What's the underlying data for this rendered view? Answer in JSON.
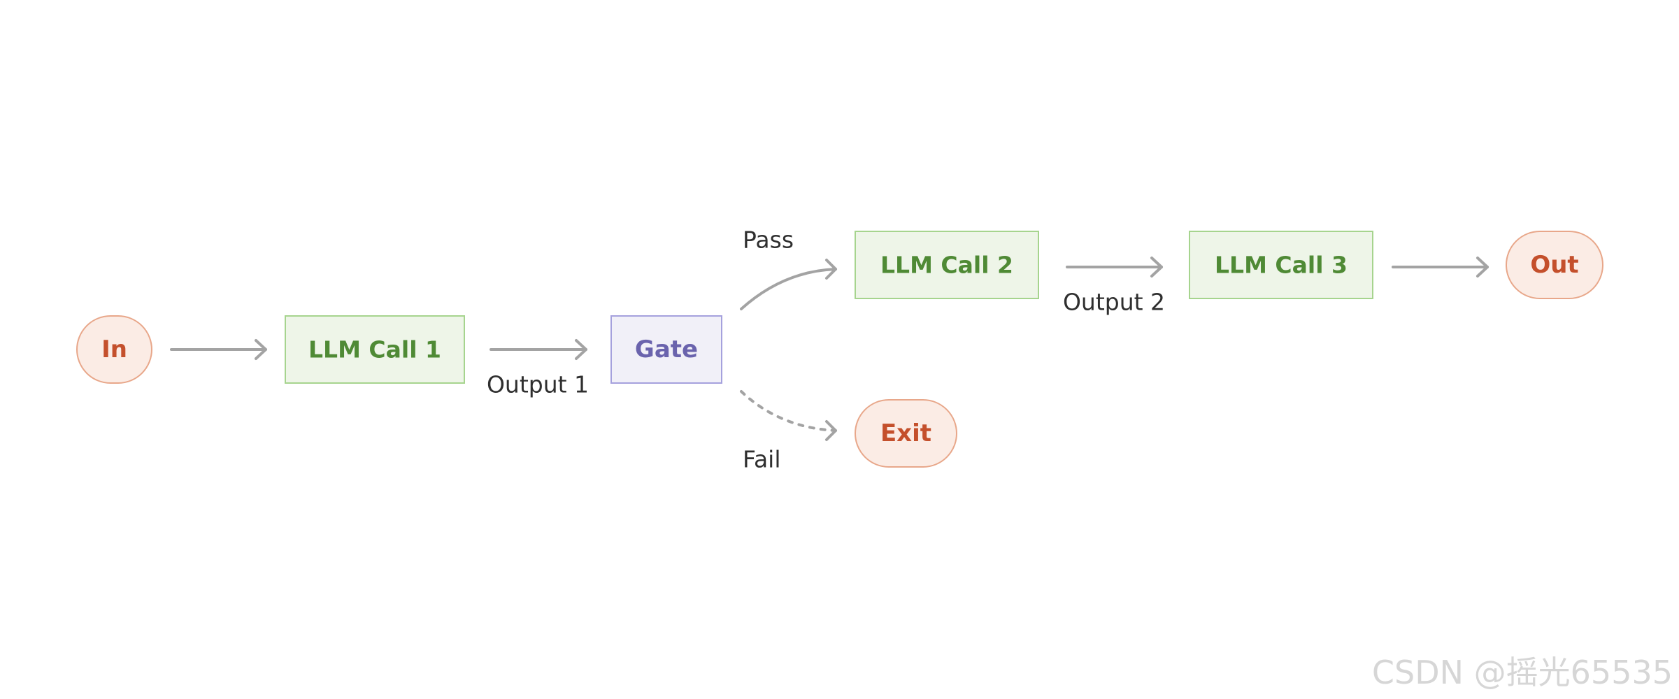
{
  "nodes": {
    "in": "In",
    "llm_call_1": "LLM Call 1",
    "gate": "Gate",
    "llm_call_2": "LLM Call 2",
    "llm_call_3": "LLM Call 3",
    "out": "Out",
    "exit": "Exit"
  },
  "edges": {
    "output_1": "Output 1",
    "pass": "Pass",
    "fail": "Fail",
    "output_2": "Output 2"
  },
  "watermark": "CSDN @摇光65535",
  "colors": {
    "terminal_fill": "#fbece5",
    "terminal_stroke": "#e8a78a",
    "terminal_text": "#c4502c",
    "llm_fill": "#eef5e8",
    "llm_stroke": "#a6d48e",
    "llm_text": "#4f8a35",
    "gate_fill": "#f1f0f8",
    "gate_stroke": "#a5a1dd",
    "gate_text": "#6a63ad",
    "arrow": "#a3a3a3"
  }
}
